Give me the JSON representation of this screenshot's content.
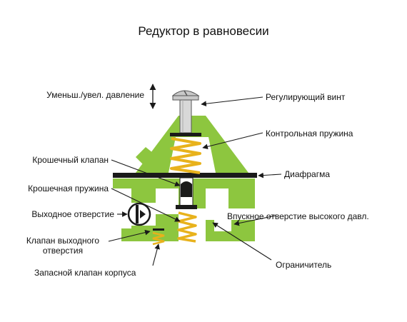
{
  "title": "Редуктор в равновесии",
  "labels": {
    "pressure_adjust": "Уменьш./увел. давление",
    "adjust_screw": "Регулирующий винт",
    "control_spring": "Контрольная пружина",
    "crumb_valve": "Крошечный клапан",
    "diaphragm": "Диафрагма",
    "crumb_spring": "Крошечная пружина",
    "outlet": "Выходное отверстие",
    "inlet": "Впускное отверстие высокого давл.",
    "outlet_valve_line1": "Клапан выходного",
    "outlet_valve_line2": "отверстия",
    "limiter": "Ограничитель",
    "body_relief_valve": "Запасной клапан корпуса"
  },
  "colors": {
    "body_green": "#8DC63F",
    "spring_yellow": "#E8B21C",
    "dark": "#1a1a1a",
    "bolt_gray": "#c8c8c8"
  }
}
